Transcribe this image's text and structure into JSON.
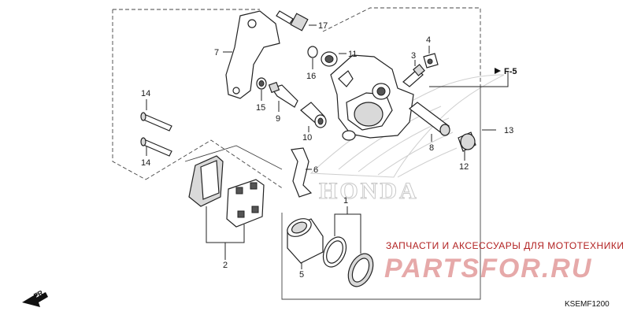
{
  "diagram": {
    "callouts": {
      "c1": "1",
      "c2": "2",
      "c3": "3",
      "c4": "4",
      "c5": "5",
      "c6": "6",
      "c7": "7",
      "c8": "8",
      "c9": "9",
      "c10": "10",
      "c11": "11",
      "c12": "12",
      "c13": "13",
      "c14a": "14",
      "c14b": "14",
      "c15": "15",
      "c16": "16",
      "c17": "17"
    },
    "reference": "F-5",
    "direction": "FR.",
    "code": "KSEMF1200",
    "brand_watermark": "HONDA"
  },
  "watermark": {
    "tagline": "ЗАПЧАСТИ И АКСЕССУАРЫ ДЛЯ МОТОТЕХНИКИ",
    "site": "PARTSFOR.RU"
  },
  "colors": {
    "line": "#222222",
    "watermark_red": "#e6a9a9",
    "tagline_red": "#b22222"
  }
}
